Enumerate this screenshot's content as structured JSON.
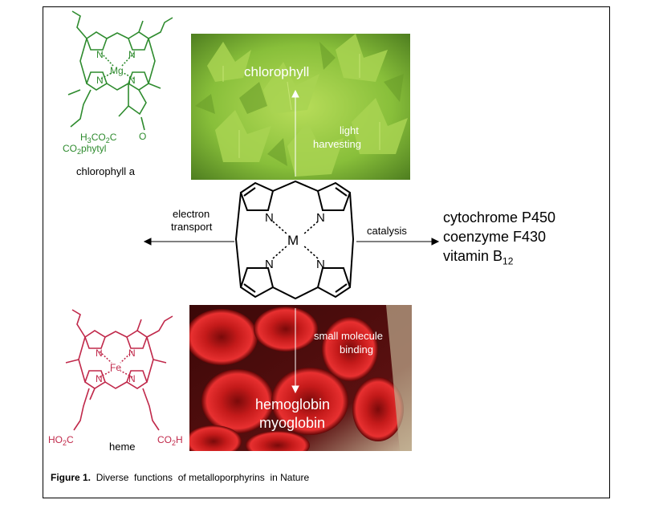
{
  "labels": {
    "chlorophyll_name": "chlorophyll a",
    "heme_name": "heme",
    "chlorophyll_photo_title": "chlorophyll",
    "light_harvesting_1": "light",
    "light_harvesting_2": "harvesting",
    "electron_transport_1": "electron",
    "electron_transport_2": "transport",
    "catalysis": "catalysis",
    "catalysis_products": [
      "cytochrome P450",
      "coenzyme F430",
      "vitamin B"
    ],
    "vitamin_subscript": "12",
    "small_molecule_1": "small molecule",
    "small_molecule_2": "binding",
    "hemoglobin": "hemoglobin",
    "myoglobin": "myoglobin",
    "center_metal": "M",
    "nitrogen": "N",
    "mg": "Mg",
    "fe": "Fe"
  },
  "chlorophyll_struct": {
    "ester_label": "H3CO2C",
    "ketone_label": "O",
    "phytyl_label": "CO2phytyl"
  },
  "heme_struct": {
    "acid_left": "HO2C",
    "acid_right": "CO2H"
  },
  "caption": {
    "figure_label": "Figure 1.",
    "text": "Diverse  functions  of metalloporphyrins  in Nature"
  },
  "colors": {
    "chlorophyll_green": "#2e8b2e",
    "heme_red": "#c0284a",
    "frame": "#000000"
  }
}
